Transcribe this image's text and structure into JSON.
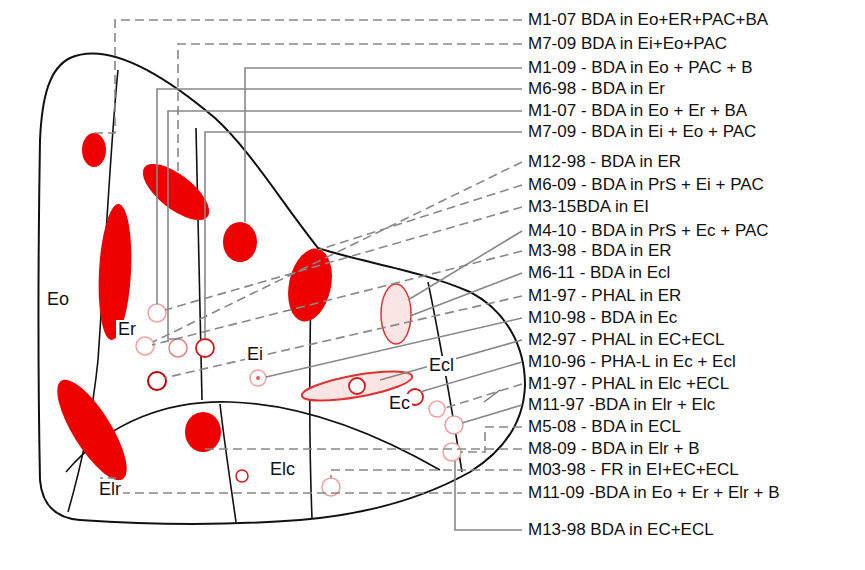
{
  "diagram": {
    "labels": [
      "Eo",
      "Er",
      "Ei",
      "Ec",
      "Ecl",
      "Elr",
      "Elc",
      "M1-07 BDA in Eo+ER+PAC+BA",
      "M7-09 BDA in Ei+Eo+PAC",
      "M1-09 - BDA in Eo + PAC + B",
      "M6-98 - BDA in Er",
      "M1-07 - BDA in Eo + Er + BA",
      "M7-09 - BDA in Ei + Eo + PAC",
      "M12-98 - BDA in ER",
      "M6-09 - BDA in PrS + Ei + PAC",
      "M3-15BDA in EI",
      "M4-10 - BDA in PrS + Ec + PAC",
      "M3-98 - BDA in ER",
      "M6-11 - BDA in Ecl",
      "M1-97 - PHAL in ER",
      "M10-98 - BDA in Ec",
      "M2-97 - PHAL in EC+ECL",
      "M10-96 - PHA-L in Ec + Ecl",
      "M1-97 - PHAL in Elc +ECL",
      "M11-97 -BDA in Elr + Elc",
      "M5-08 - BDA in ECL",
      "M8-09 - BDA in Elr + B",
      "M03-98 - FR in EI+EC+ECL",
      "M11-09 -BDA in Eo + Er + Elr + B",
      "M13-98 BDA in EC+ECL"
    ]
  }
}
